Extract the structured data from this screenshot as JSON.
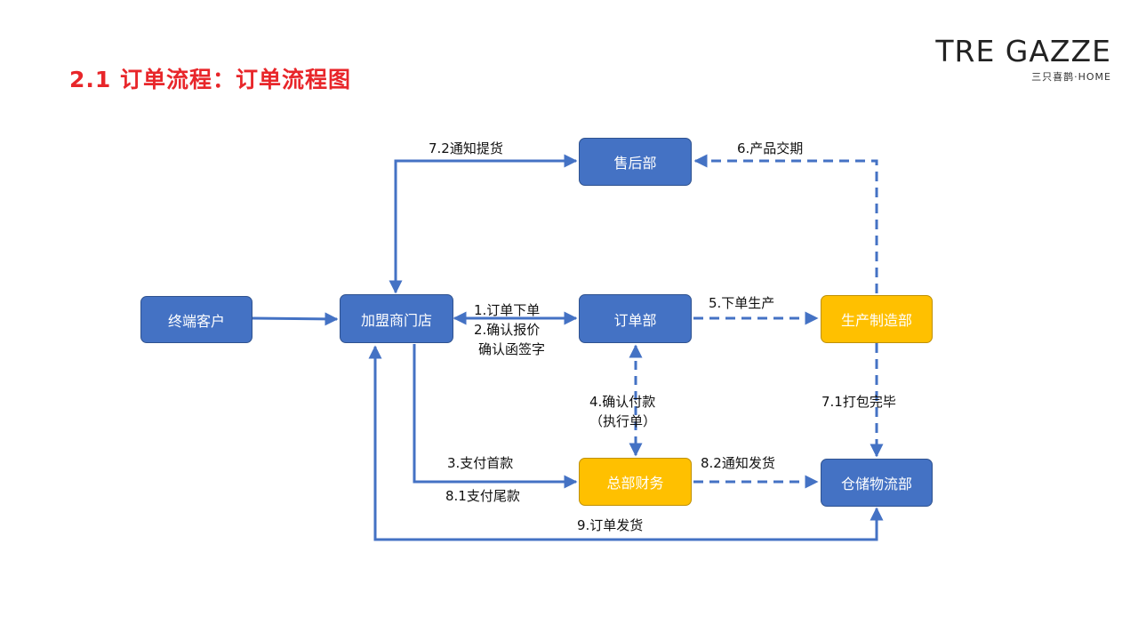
{
  "header": {
    "title": "2.1  订单流程：订单流程图"
  },
  "logo": {
    "main": "TRE GAZZE",
    "sub": "三只喜鹊·HOME",
    "colors": [
      "#3a9a3a",
      "#ffffff",
      "#e8262a"
    ]
  },
  "colors": {
    "node_blue": "#4472c4",
    "node_yellow": "#ffc000",
    "connector": "#4472c4",
    "title_red": "#e8262a"
  },
  "nodes": {
    "customer": "终端客户",
    "franchise": "加盟商门店",
    "order_dept": "订单部",
    "after_sales": "售后部",
    "manufacturing": "生产制造部",
    "finance": "总部财务",
    "logistics": "仓储物流部"
  },
  "edges": {
    "e1": "1.订单下单",
    "e2a": "2.确认报价",
    "e2b": "确认函签字",
    "e3": "3.支付首款",
    "e4a": "4.确认付款",
    "e4b": "（执行单）",
    "e5": "5.下单生产",
    "e6": "6.产品交期",
    "e71": "7.1打包完毕",
    "e72": "7.2通知提货",
    "e81": "8.1支付尾款",
    "e82": "8.2通知发货",
    "e9": "9.订单发货"
  }
}
